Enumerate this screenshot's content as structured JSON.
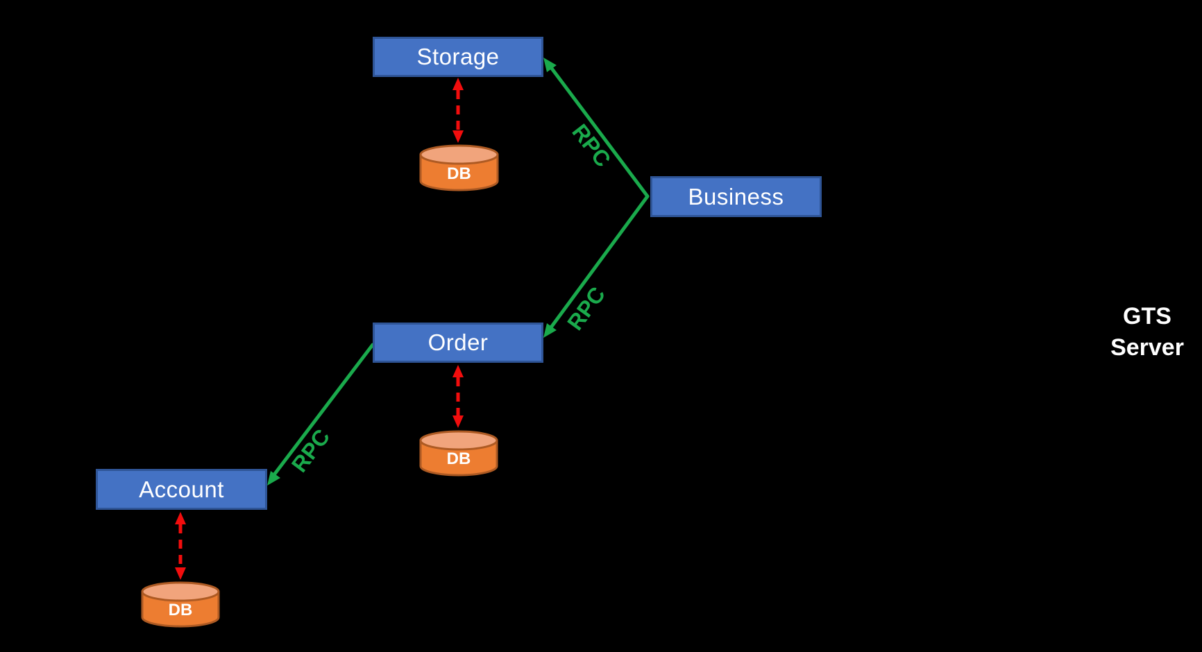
{
  "colors": {
    "background": "#000000",
    "node-fill": "#4472C4",
    "node-border": "#2F5597",
    "db-fill": "#ED7D31",
    "db-top": "#F1A47C",
    "db-border": "#AD5A23",
    "rpc-green": "#1AAA4C",
    "link-red": "#F20D0D",
    "label-text": "#FFFFFF"
  },
  "nodes": {
    "storage": {
      "label": "Storage"
    },
    "business": {
      "label": "Business"
    },
    "order": {
      "label": "Order"
    },
    "account": {
      "label": "Account"
    }
  },
  "databases": {
    "storage": {
      "label": "DB"
    },
    "order": {
      "label": "DB"
    },
    "account": {
      "label": "DB"
    }
  },
  "edges": {
    "business_storage": {
      "label": "RPC"
    },
    "business_order": {
      "label": "RPC"
    },
    "order_account": {
      "label": "RPC"
    }
  },
  "gts_server": {
    "line1": "GTS",
    "line2": "Server"
  }
}
